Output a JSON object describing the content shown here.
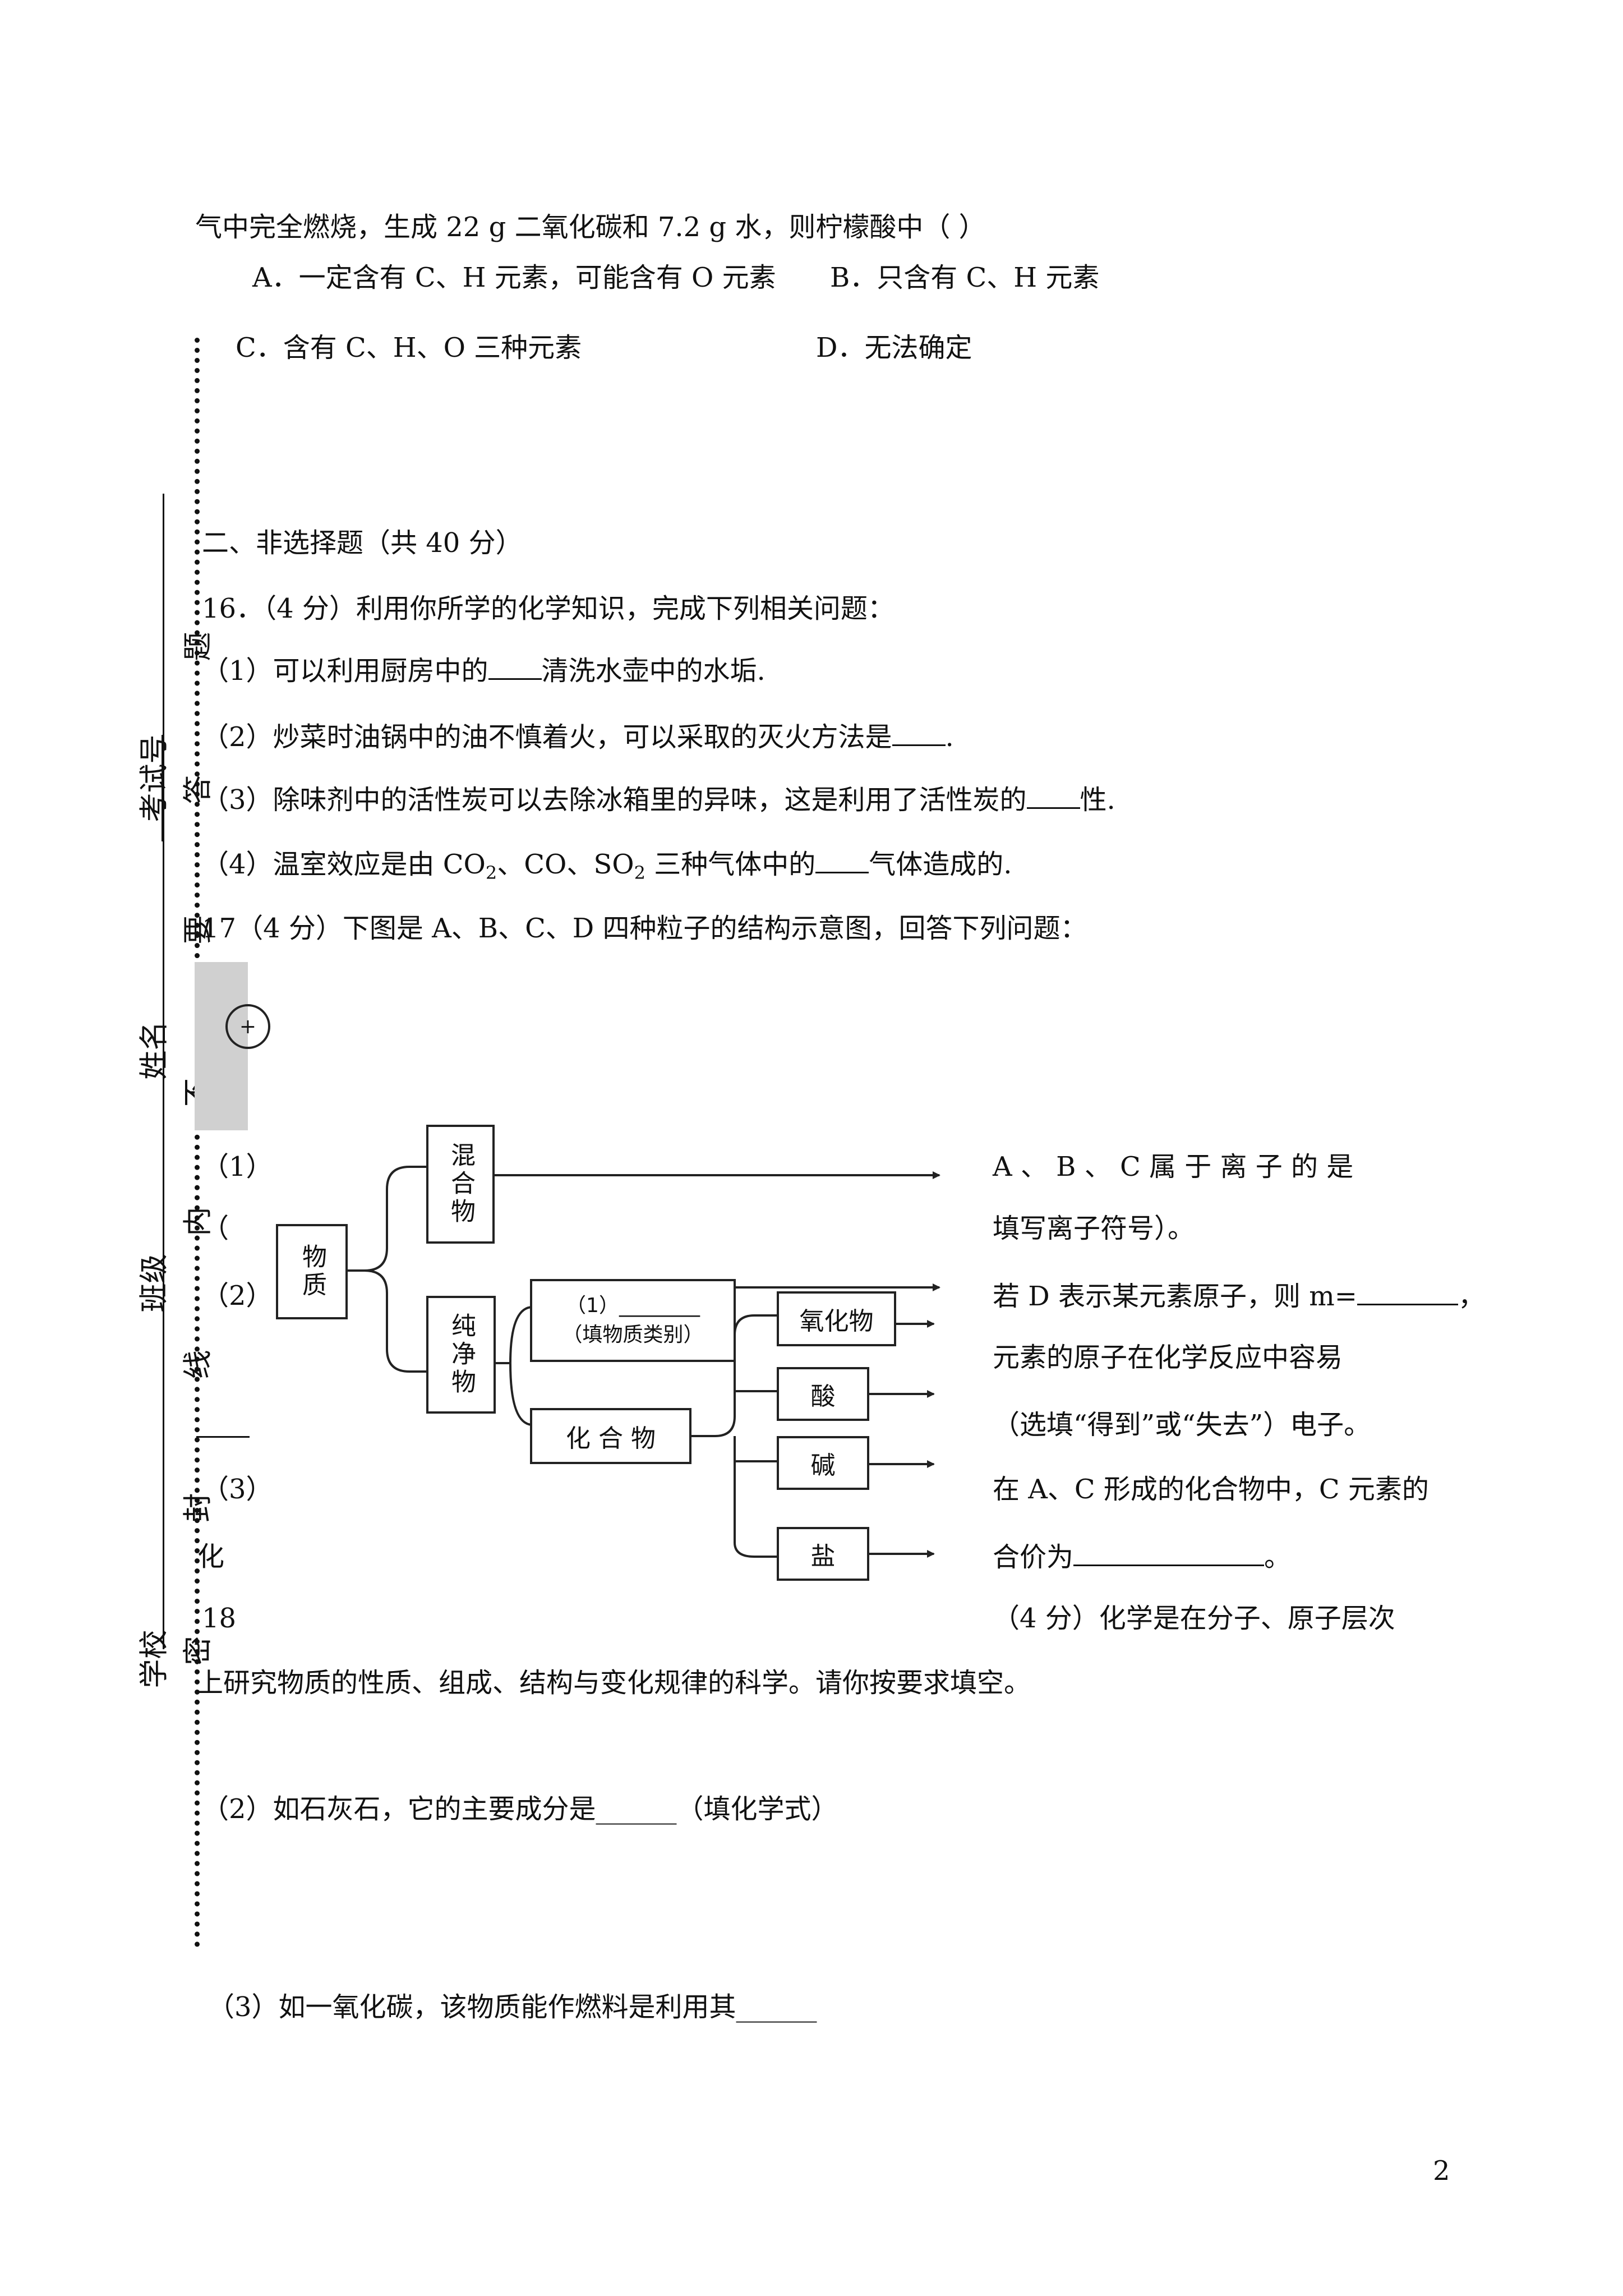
{
  "q15": {
    "line1": "气中完全燃烧，生成 22 g 二氧化碳和 7.2 g 水，则柠檬酸中（      ）",
    "optA": "A．一定含有 C、H 元素，可能含有 O 元素",
    "optB": "B．只含有 C、H 元素",
    "optC": "C．含有 C、H、O 三种元素",
    "optD": "D．无法确定"
  },
  "section2": {
    "title": "二、非选择题（共 40 分）"
  },
  "q16": {
    "stem": "16．（4 分）利用你所学的化学知识，完成下列相关问题：",
    "p1a": "（1）可以利用厨房中的",
    "p1b": "清洗水壶中的水垢.",
    "p2a": "（2）炒菜时油锅中的油不慎着火，可以采取的灭火方法是",
    "p2b": ".",
    "p3a": "（3）除味剂中的活性炭可以去除冰箱里的异味，这是利用了活性炭的",
    "p3b": "性.",
    "p4a": "（4）温室效应是由 CO",
    "p4sub1": "2",
    "p4b": "、CO、SO",
    "p4sub2": "2",
    "p4c": " 三种气体中的",
    "p4d": "气体造成的."
  },
  "q17": {
    "stem": "17（4 分）下图是 A、B、C、D 四种粒子的结构示意图，回答下列问题：",
    "circle": "+",
    "p1_num": "（1）",
    "p1_paren": "（",
    "p1_right": "A 、 B 、 C 属 于 离 子 的 是",
    "p1_right2": "填写离子符号）。",
    "p2_num": "（2）",
    "p2_right": "若 D 表示某元素原子，则 m=",
    "p2_comma": "，",
    "p2_right2": "元素的原子在化学反应中容易",
    "p2_right3": "（选填“得到”或“失去”）电子。",
    "p3_num": "（3）",
    "p3_right": "在 A、C 形成的化合物中，C 元素的",
    "p3_right2": "合价为",
    "p3_end": "。",
    "hua": "化"
  },
  "diagram": {
    "wuzhi": "物质",
    "hunhewu": "混合物",
    "chunjingwu": "纯净物",
    "danzhi_blank": "（1）________",
    "danzhi_hint": "（填物质类别）",
    "huahewu": "化 合 物",
    "yanghuawu": "氧化物",
    "suan": "酸",
    "jian": "碱",
    "yan": "盐"
  },
  "q18": {
    "num": "18",
    "right": "（4 分）化学是在分子、原子层次",
    "line2": "上研究物质的性质、组成、结构与变化规律的科学。请你按要求填空。",
    "p2": "（2）如石灰石，它的主要成分是______（填化学式）",
    "p3": "（3）如一氧化碳，该物质能作燃料是利用其______"
  },
  "margin": {
    "kaoshihao": "考试号",
    "xingming": "姓名",
    "banji": "班级",
    "xuexiao": "学校",
    "ti": "题",
    "da": "答",
    "yao": "要",
    "bu": "不",
    "nei": "内",
    "xian": "线",
    "feng": "封",
    "mi": "密"
  },
  "page_number": "2"
}
